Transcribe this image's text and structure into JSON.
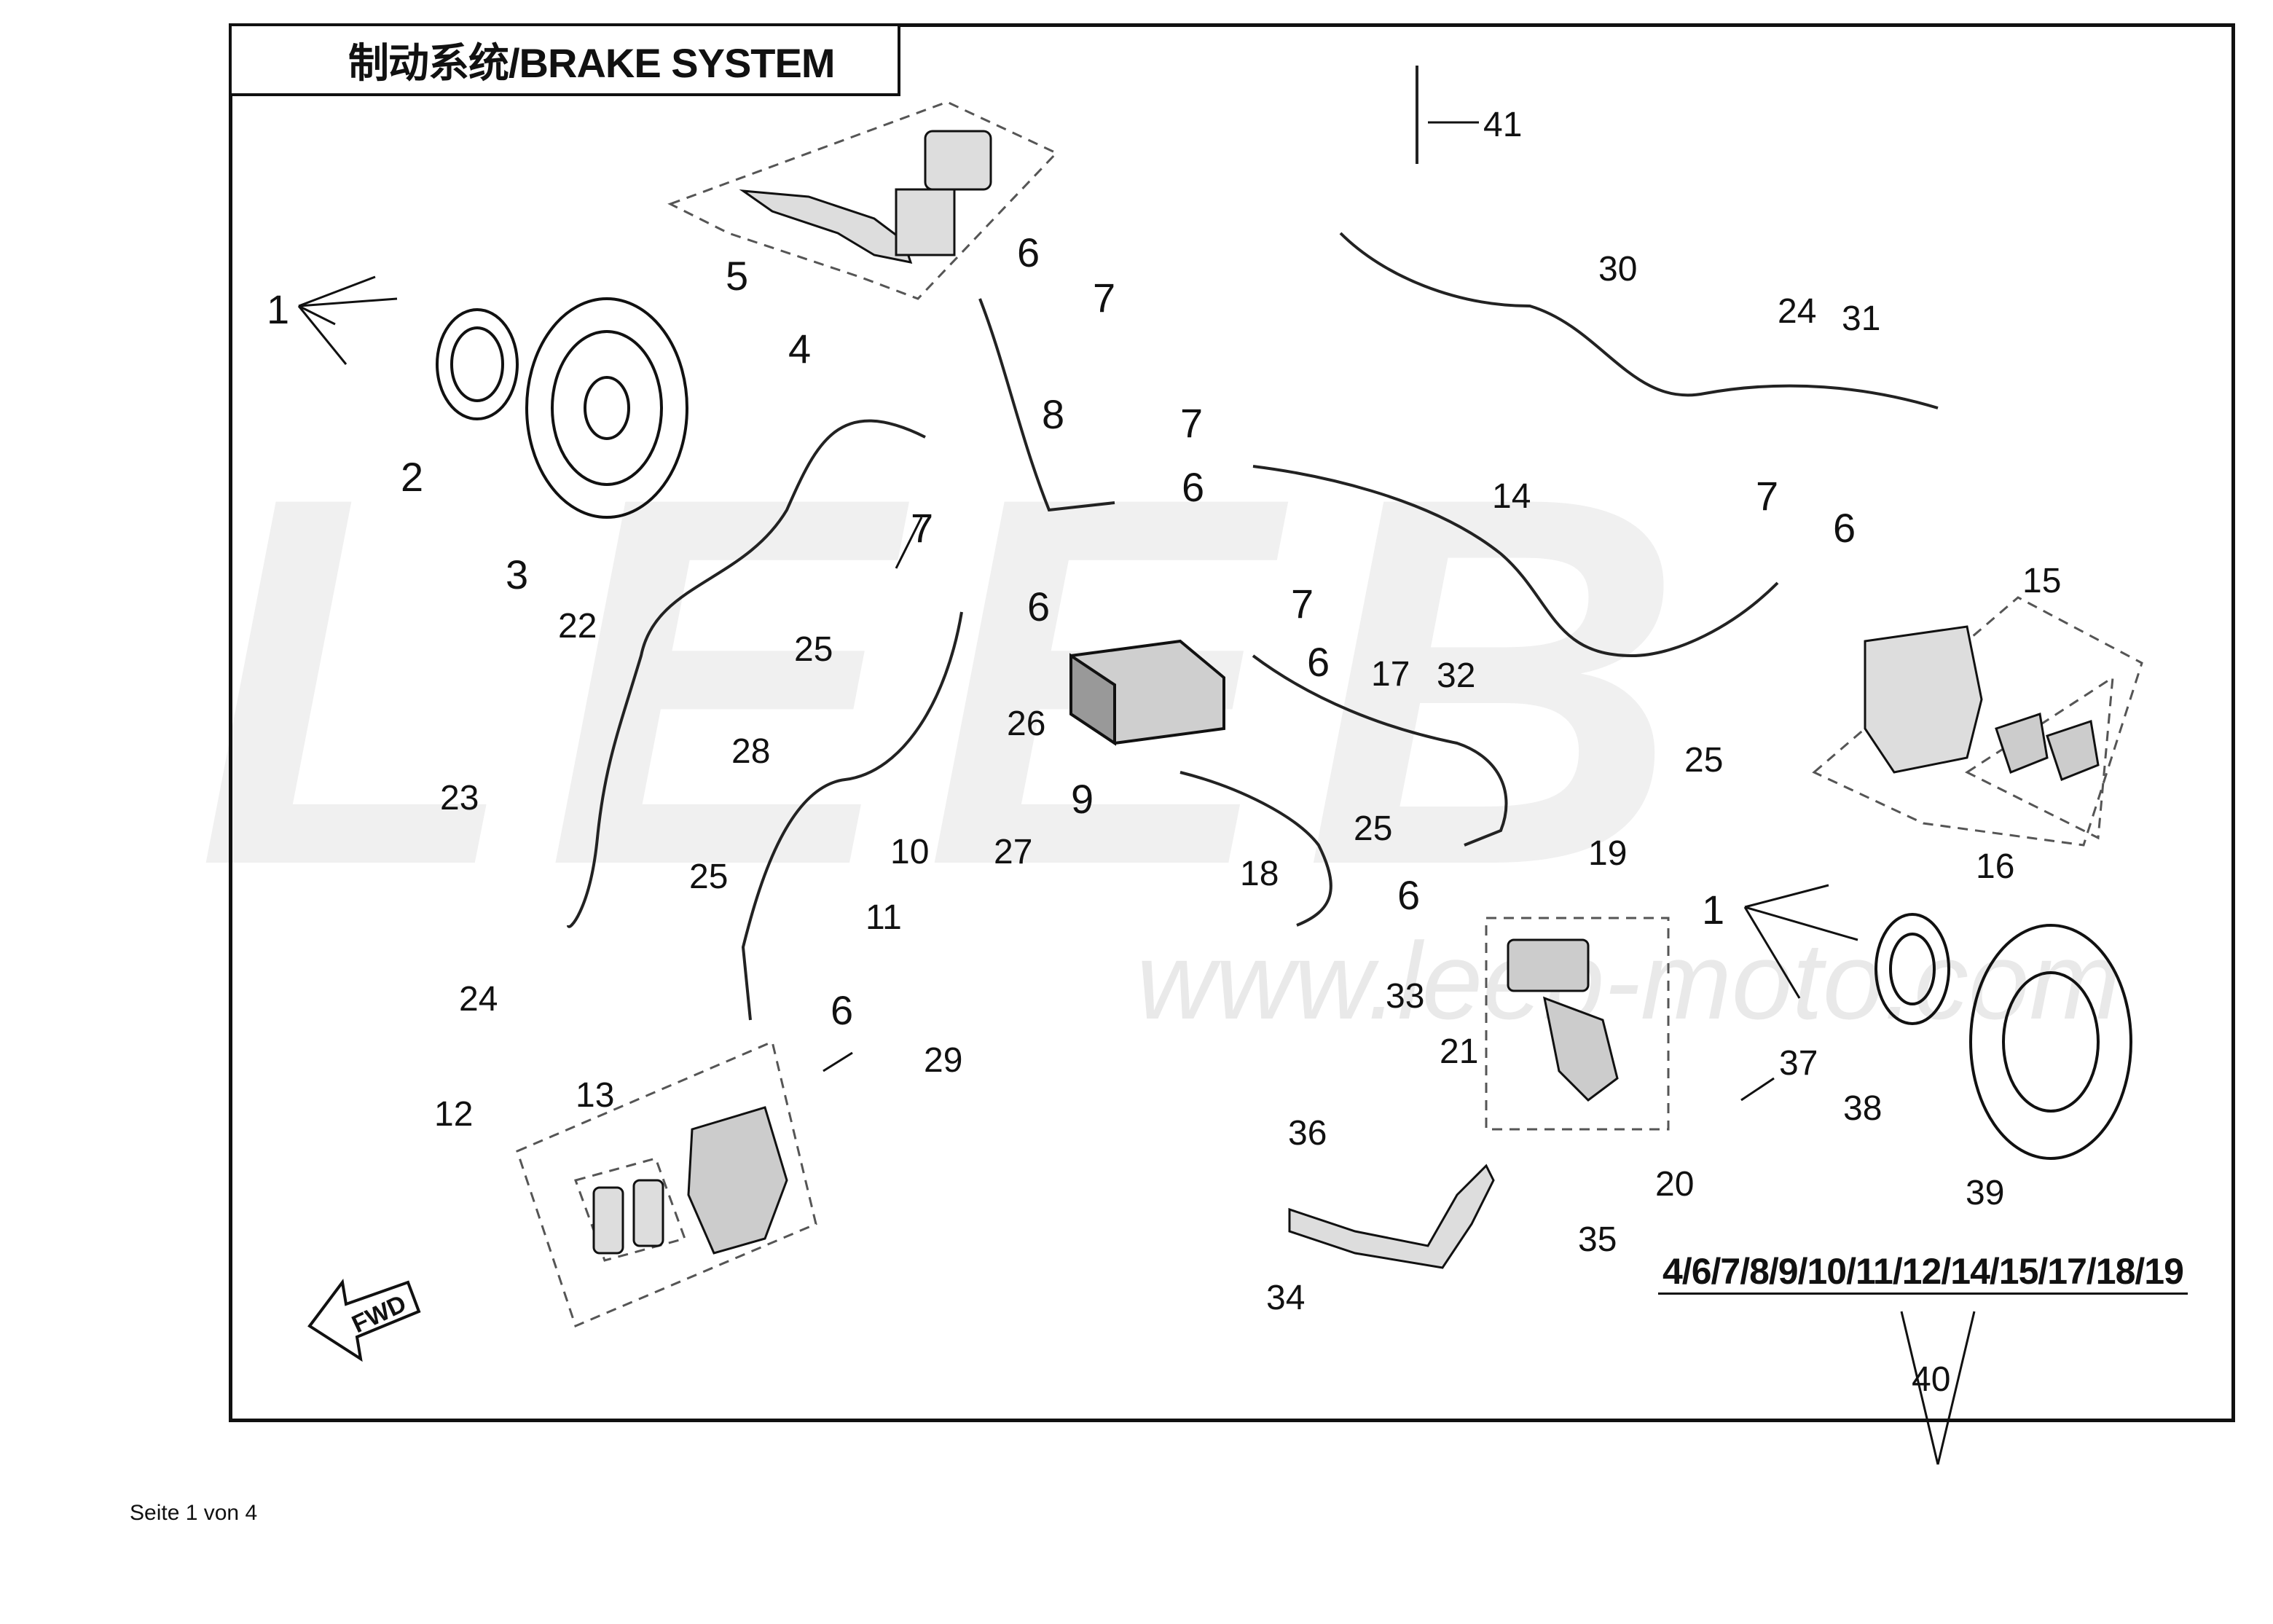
{
  "diagram": {
    "title": "制动系统/BRAKE SYSTEM",
    "watermark_brand": "LEEB",
    "watermark_url": "www.leeb-moto.com",
    "fwd_label": "FWD",
    "kit_components": "4/6/7/8/9/10/11/12/14/15/17/18/19",
    "parts": [
      {
        "n": "1"
      },
      {
        "n": "2"
      },
      {
        "n": "3"
      },
      {
        "n": "4"
      },
      {
        "n": "5"
      },
      {
        "n": "6"
      },
      {
        "n": "7"
      },
      {
        "n": "8"
      },
      {
        "n": "9"
      },
      {
        "n": "10"
      },
      {
        "n": "11"
      },
      {
        "n": "12"
      },
      {
        "n": "13"
      },
      {
        "n": "14"
      },
      {
        "n": "15"
      },
      {
        "n": "16"
      },
      {
        "n": "17"
      },
      {
        "n": "18"
      },
      {
        "n": "19"
      },
      {
        "n": "20"
      },
      {
        "n": "21"
      },
      {
        "n": "22"
      },
      {
        "n": "23"
      },
      {
        "n": "24"
      },
      {
        "n": "25"
      },
      {
        "n": "26"
      },
      {
        "n": "27"
      },
      {
        "n": "28"
      },
      {
        "n": "29"
      },
      {
        "n": "30"
      },
      {
        "n": "31"
      },
      {
        "n": "32"
      },
      {
        "n": "33"
      },
      {
        "n": "34"
      },
      {
        "n": "35"
      },
      {
        "n": "36"
      },
      {
        "n": "37"
      },
      {
        "n": "38"
      },
      {
        "n": "39"
      },
      {
        "n": "40"
      },
      {
        "n": "41"
      }
    ]
  },
  "footer": {
    "page_label": "Seite 1 von 4"
  }
}
